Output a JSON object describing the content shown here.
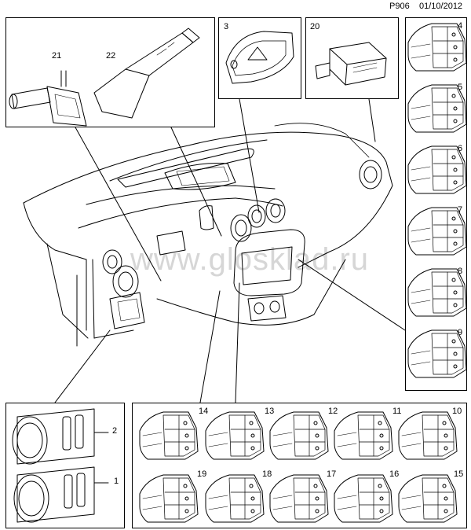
{
  "header": {
    "code": "P906",
    "date": "01/10/2012"
  },
  "watermark": "www.glosklad.ru",
  "callouts": {
    "c1": "1",
    "c2": "2",
    "c3": "3",
    "c4": "4",
    "c5": "5",
    "c6": "6",
    "c7": "7",
    "c8": "8",
    "c9": "9",
    "c10": "10",
    "c11": "11",
    "c12": "12",
    "c13": "13",
    "c14": "14",
    "c15": "15",
    "c16": "16",
    "c17": "17",
    "c18": "18",
    "c19": "19",
    "c20": "20",
    "c21": "21",
    "c22": "22"
  }
}
